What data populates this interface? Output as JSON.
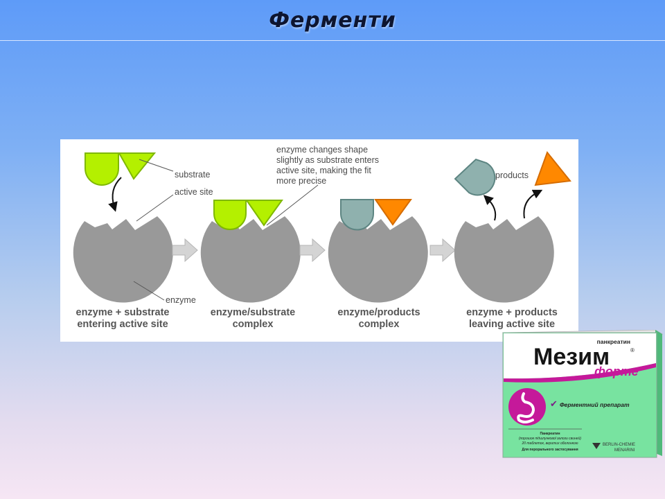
{
  "slide": {
    "title": "Ферменти"
  },
  "diagram": {
    "labels": {
      "substrate": "substrate",
      "active_site": "active site",
      "enzyme": "enzyme",
      "products": "products",
      "note_line1": "enzyme changes shape",
      "note_line2": "slightly as substrate enters",
      "note_line3": "active site, making the fit",
      "note_line4": "more precise"
    },
    "steps": [
      {
        "line1": "enzyme + substrate",
        "line2": "entering active site"
      },
      {
        "line1": "enzyme/substrate",
        "line2": "complex"
      },
      {
        "line1": "enzyme/products",
        "line2": "complex"
      },
      {
        "line1": "enzyme + products",
        "line2": "leaving active site"
      }
    ],
    "colors": {
      "enzyme": "#999999",
      "substrate": "#b4f000",
      "substrate_stroke": "#7fb800",
      "product_teal": "#8fb1ae",
      "product_orange": "#ff8800",
      "arrow": "#d4d4d4"
    }
  },
  "package": {
    "subtitle": "панкреатин",
    "brand": "Мезим",
    "registered": "®",
    "variant": "форте",
    "claim": "Ферментний препарат",
    "info_line1": "Панкреатин",
    "info_line2": "(порошок підшлункової залози свиней)",
    "info_line3": "20 таблеток, вкритих оболонкою",
    "info_line4": "Для перорального застосування",
    "maker_line1": "BERLIN-CHEMIE",
    "maker_line2": "MENARINI",
    "colors": {
      "brand_magenta": "#c5199a",
      "green": "#78e3a0",
      "top": "#ffffff"
    }
  }
}
